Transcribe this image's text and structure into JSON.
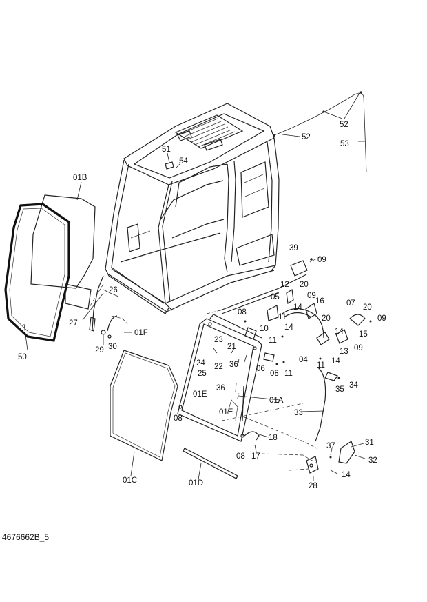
{
  "drawing_code": "4676662B_5",
  "callouts": {
    "c51": "51",
    "c54": "54",
    "c52a": "52",
    "c52b": "52",
    "c53": "53",
    "c01B": "01B",
    "c26": "26",
    "c27": "27",
    "c50": "50",
    "c29": "29",
    "c30": "30",
    "c01F": "01F",
    "c39": "39",
    "c09a": "09",
    "c12": "12",
    "c20a": "20",
    "c05": "05",
    "c09b": "09",
    "c16": "16",
    "c14a": "14",
    "c20b": "20",
    "c08a": "08",
    "c10": "10",
    "c11a": "11",
    "c14b": "14",
    "c11b": "11",
    "c07": "07",
    "c20c": "20",
    "c09c": "09",
    "c14c": "14",
    "c15": "15",
    "c04": "04",
    "c13": "13",
    "c09d": "09",
    "c11c": "11",
    "c14d": "14",
    "c23": "23",
    "c21": "21",
    "c24": "24",
    "c22": "22",
    "c36a": "36",
    "c25": "25",
    "c06": "06",
    "c08b": "08",
    "c11d": "11",
    "c35": "35",
    "c34": "34",
    "c36b": "36",
    "c01E_a": "01E",
    "c01A": "01A",
    "c08c": "08",
    "c01E_b": "01E",
    "c33": "33",
    "c18": "18",
    "c08d": "08",
    "c17": "17",
    "c31": "31",
    "c37": "37",
    "c32": "32",
    "c14e": "14",
    "c28": "28",
    "c01C": "01C",
    "c01D": "01D"
  }
}
